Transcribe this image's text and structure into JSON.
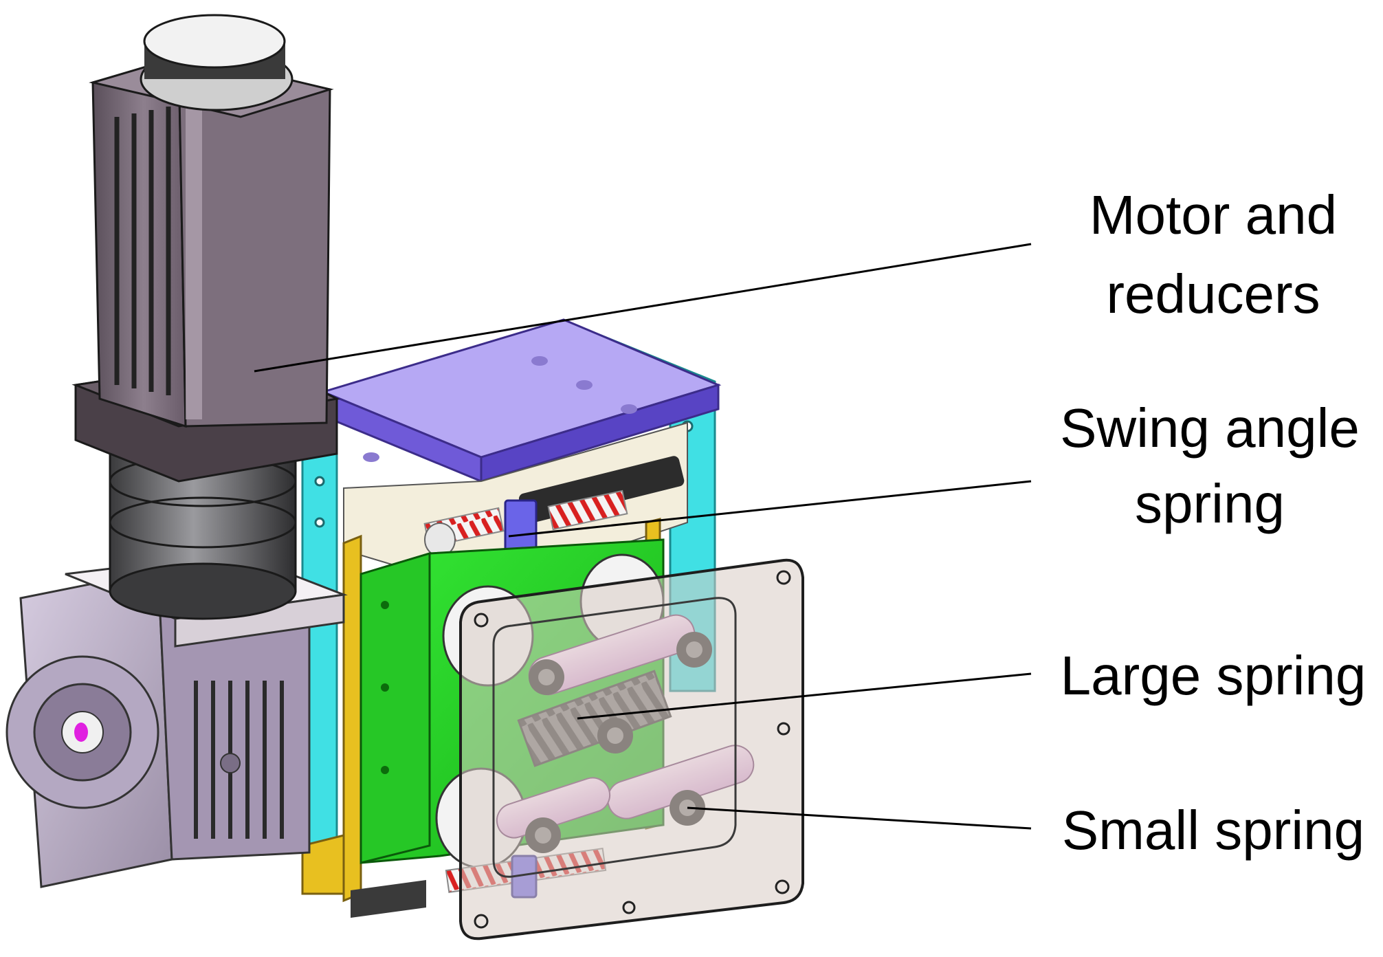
{
  "colors": {
    "motor_body": "#807080",
    "motor_dark": "#4a4048",
    "gearbox": "#b8acc0",
    "top_plate": "#b6a8f4",
    "plate_edge": "#6f5ad8",
    "side_bar_cyan": "#40e0e4",
    "yellow_frame": "#e8c020",
    "green_block": "#22d822",
    "spring_red": "#d82020",
    "roller_pink": "#f0c8f0",
    "transparent_plate": "#d8ccc4",
    "leader_line": "#000000"
  },
  "callouts": [
    {
      "name": "motor-and-reducers",
      "lines": [
        "Motor and",
        "reducers"
      ]
    },
    {
      "name": "swing-angle-spring",
      "lines": [
        "Swing angle",
        "spring"
      ]
    },
    {
      "name": "large-spring",
      "lines": [
        "Large spring"
      ]
    },
    {
      "name": "small-spring",
      "lines": [
        "Small spring"
      ]
    }
  ]
}
